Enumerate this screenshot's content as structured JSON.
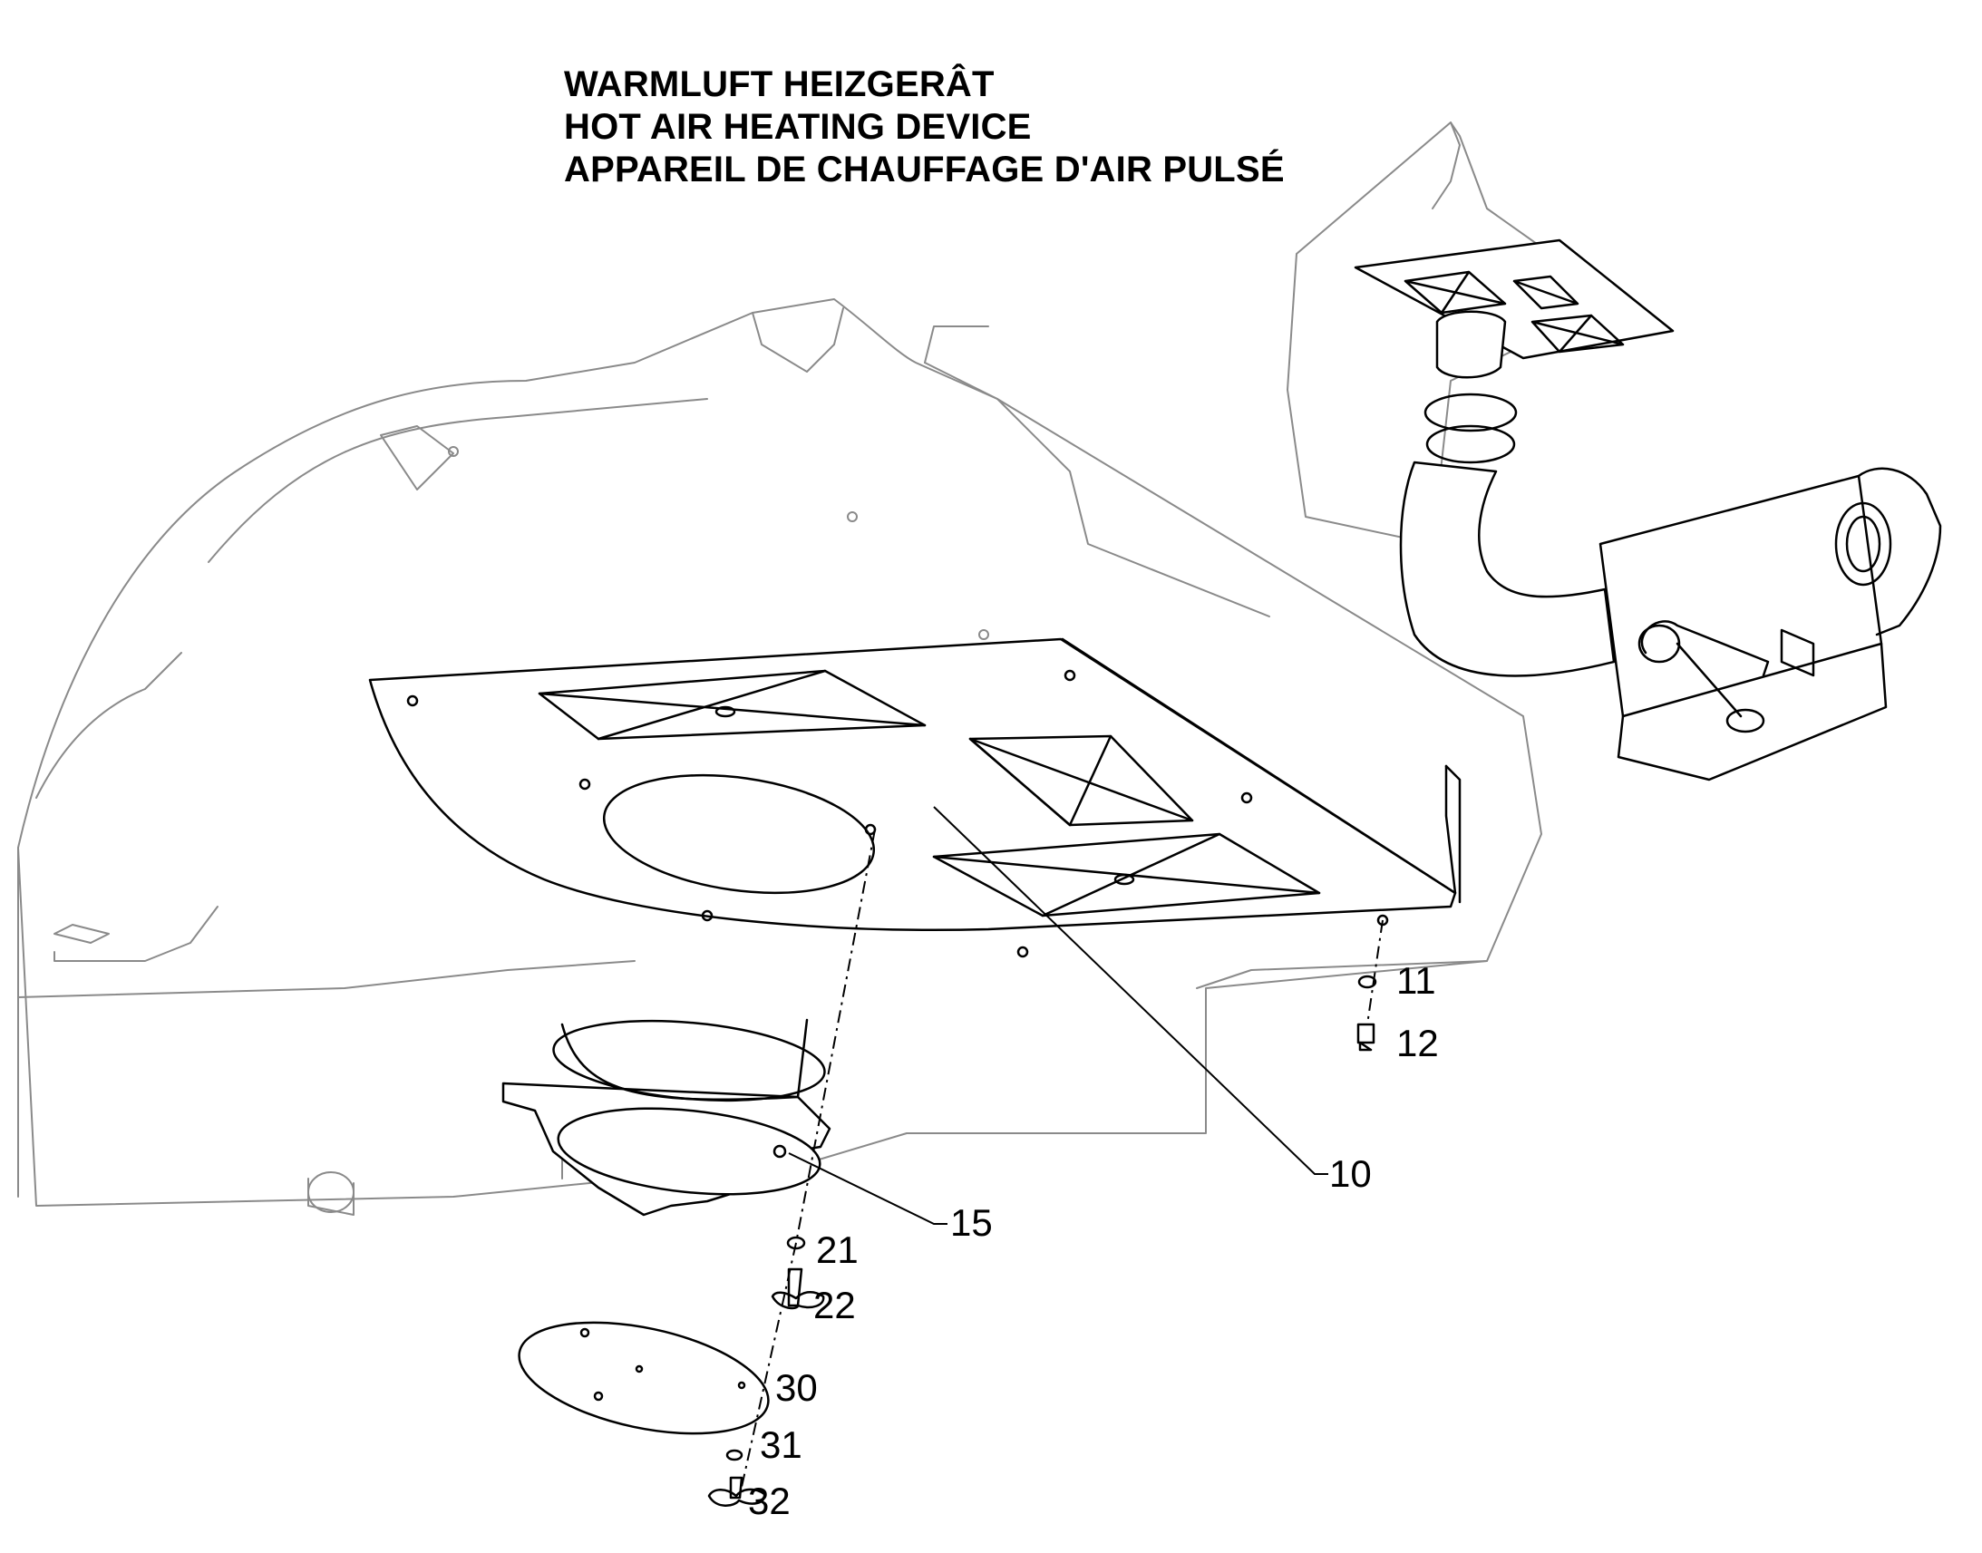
{
  "title": {
    "line1": "WARMLUFT HEIZGERÂT",
    "line2": "HOT AIR HEATING DEVICE",
    "line3": "APPAREIL DE CHAUFFAGE D'AIR PULSÉ"
  },
  "callouts": {
    "c10": "10",
    "c11": "11",
    "c12": "12",
    "c15": "15",
    "c21": "21",
    "c22": "22",
    "c30": "30",
    "c31": "31",
    "c32": "32"
  }
}
